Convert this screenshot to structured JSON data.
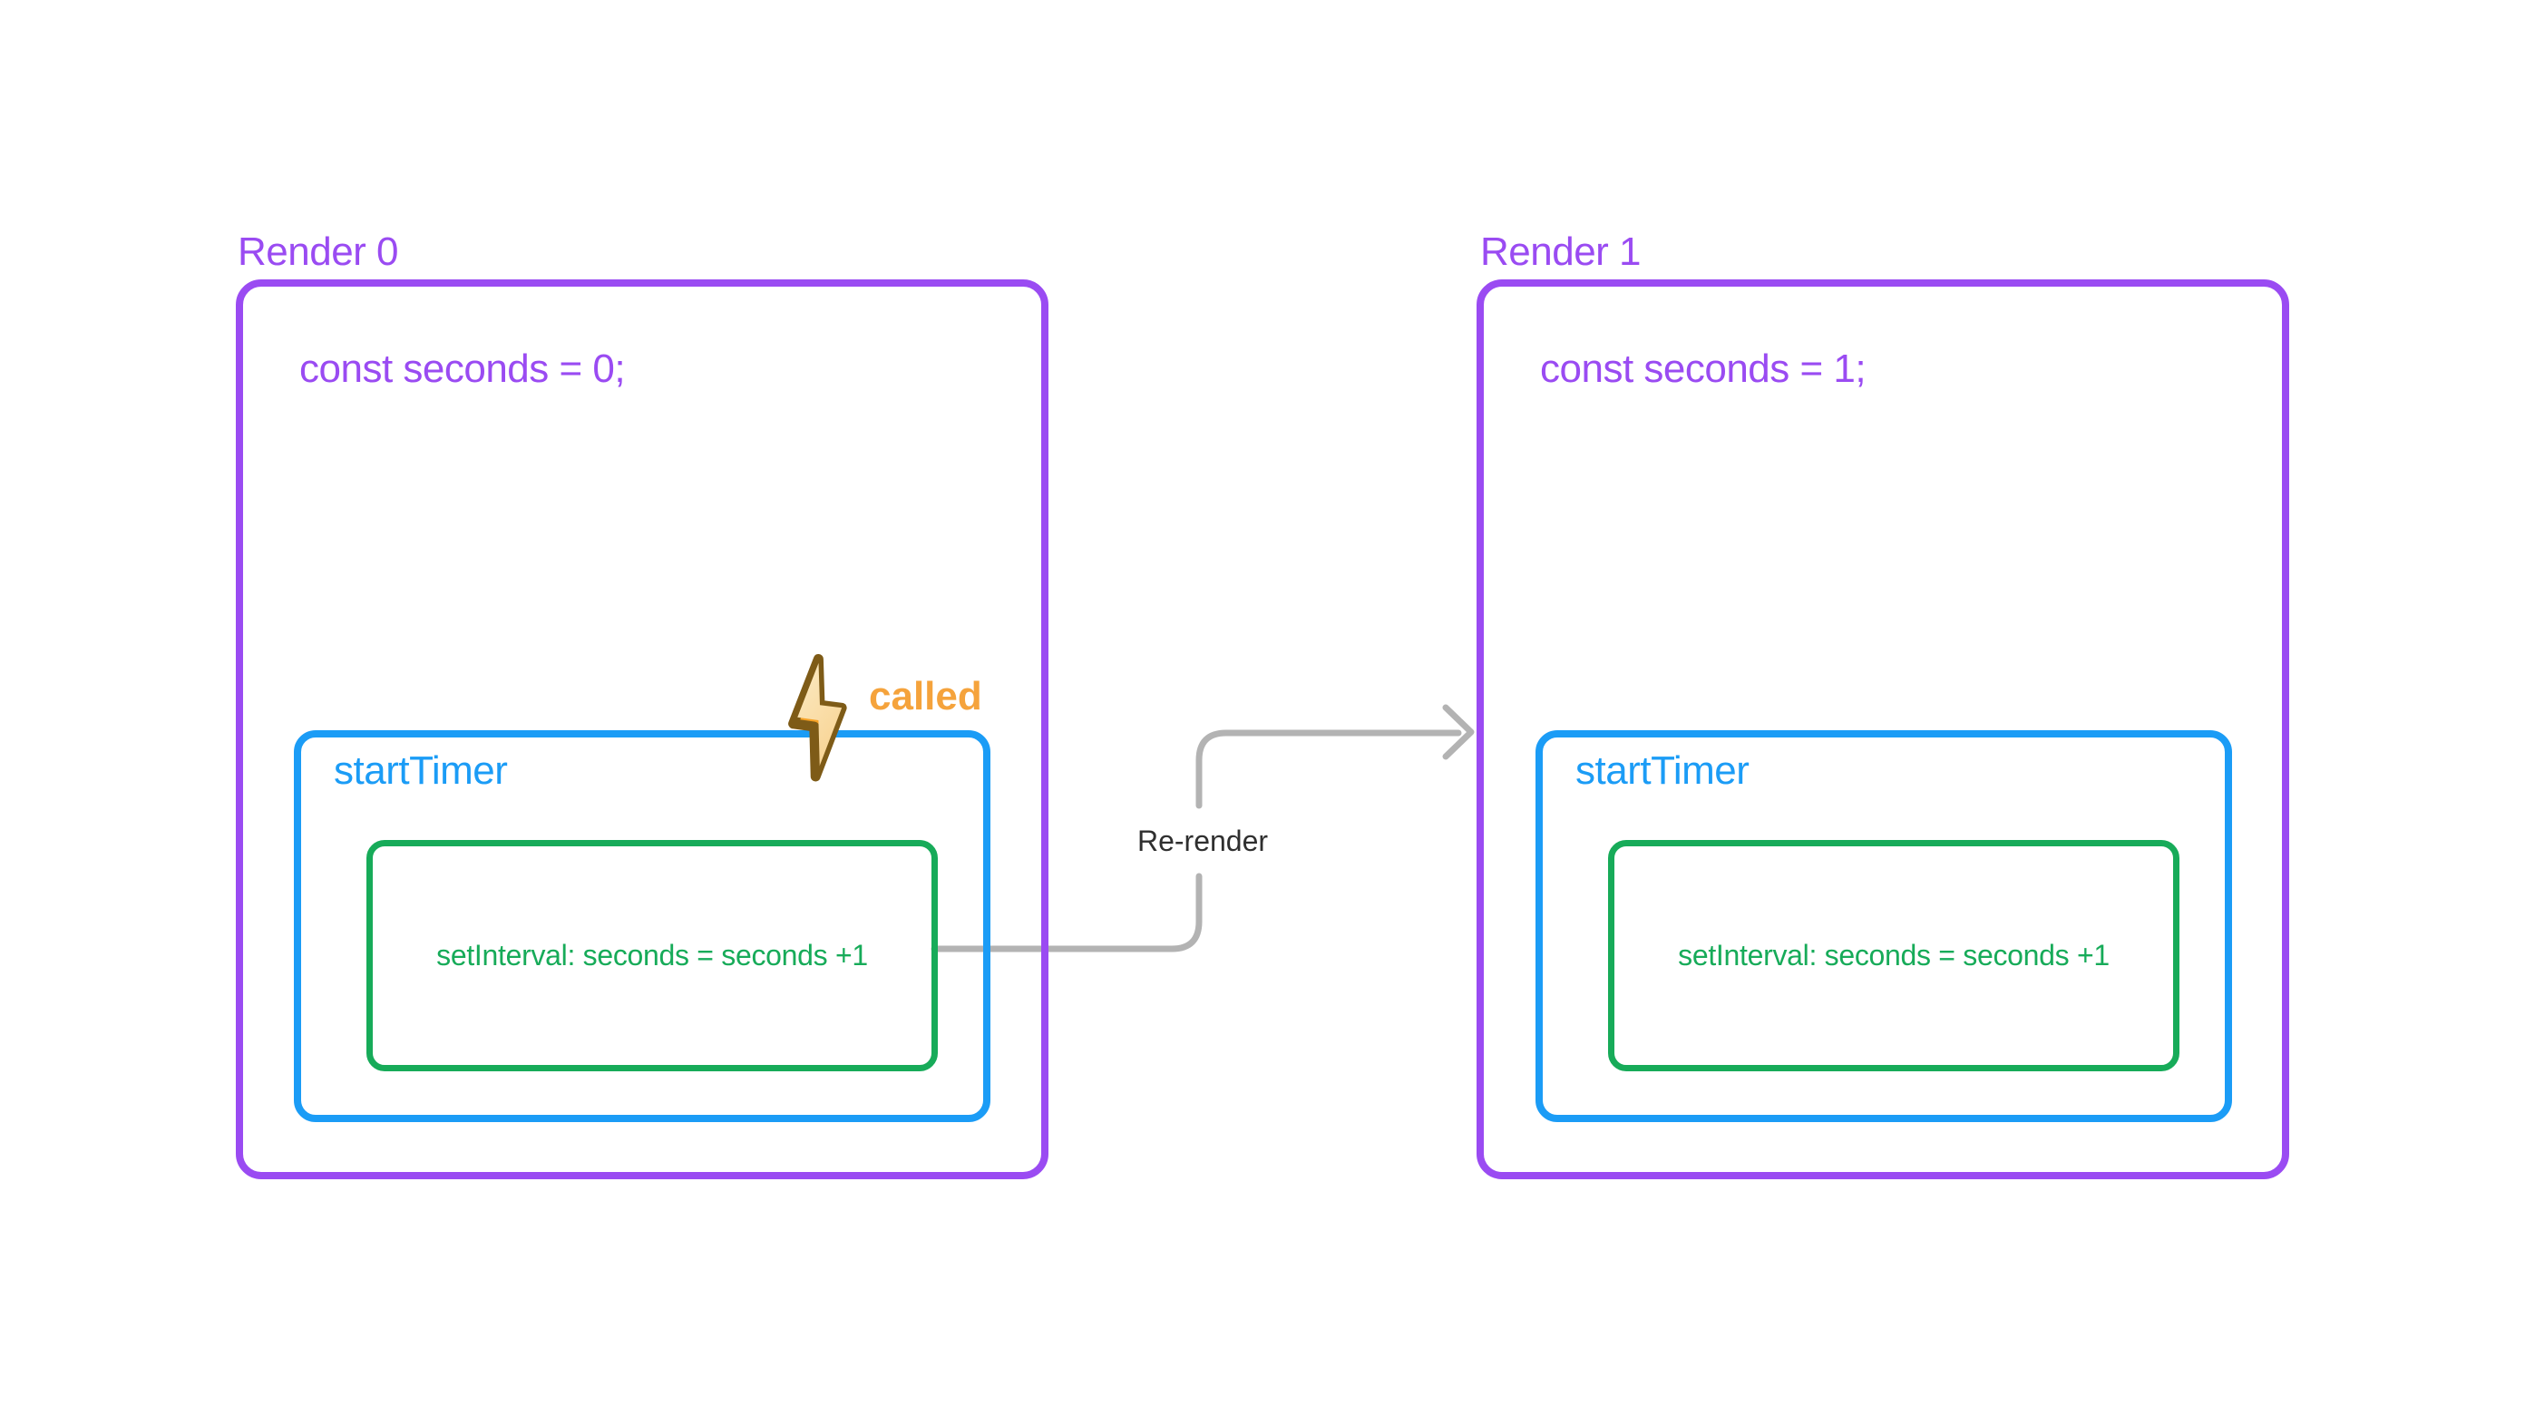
{
  "colors": {
    "background": "#FFFFFF",
    "purple": "#9A4BF2",
    "blue": "#1B9CF6",
    "green": "#17AB59",
    "orange": "#F5A33C",
    "arrow_gray": "#B3B3B3",
    "label_dark": "#2F2F2F",
    "bolt_outline": "#7E5B17",
    "bolt_fill_light": "#FCEDC9",
    "bolt_fill_dark": "#F8D392",
    "bolt_accent": "#F6A226"
  },
  "renders": [
    {
      "title": "Render 0",
      "state_line": "const seconds = 0;",
      "timer_label": "startTimer",
      "interval_label": "setInterval: seconds = seconds +1",
      "called_label": "called",
      "called_icon": "lightning-bolt"
    },
    {
      "title": "Render 1",
      "state_line": "const seconds = 1;",
      "timer_label": "startTimer",
      "interval_label": "setInterval: seconds = seconds +1"
    }
  ],
  "arrow": {
    "label": "Re-render"
  }
}
